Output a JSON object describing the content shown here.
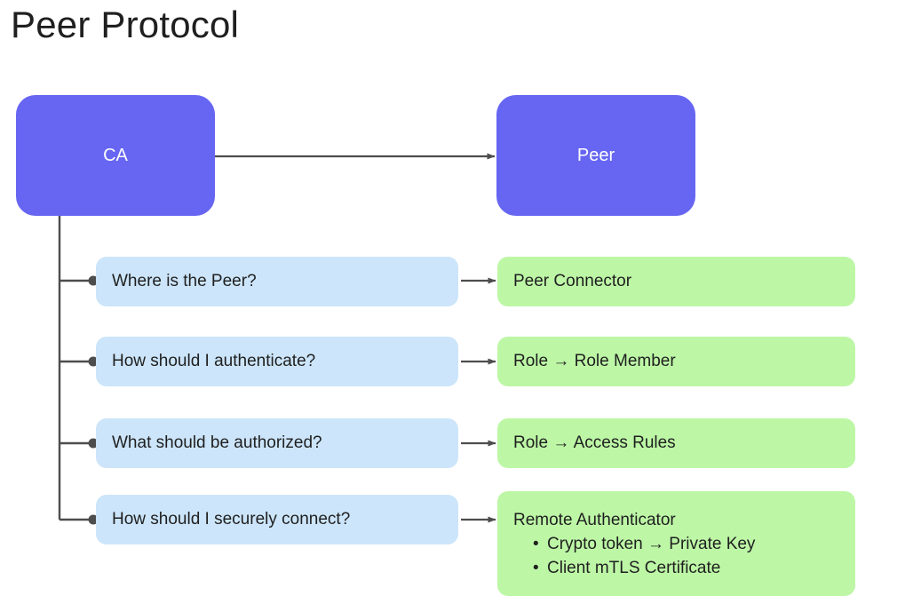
{
  "page": {
    "title": "Peer Protocol",
    "background_color": "#ffffff"
  },
  "colors": {
    "actor_fill": "#6666f2",
    "actor_text": "#ffffff",
    "question_fill": "#cce5fa",
    "answer_fill": "#bdf7a6",
    "text": "#1f1f1f",
    "connector": "#4d4d4d"
  },
  "actors": {
    "source": {
      "label": "CA"
    },
    "target": {
      "label": "Peer"
    }
  },
  "rows": [
    {
      "question": "Where is the Peer?",
      "answer": {
        "heading": "Peer Connector",
        "bullets": []
      }
    },
    {
      "question": "How should I authenticate?",
      "answer": {
        "heading": "Role  →  Role Member",
        "bullets": []
      }
    },
    {
      "question": "What should be authorized?",
      "answer": {
        "heading": "Role  →  Access Rules",
        "bullets": []
      }
    },
    {
      "question": "How should I securely connect?",
      "answer": {
        "heading": "Remote Authenticator",
        "bullets": [
          "Crypto token  →  Private Key",
          "Client mTLS Certificate"
        ]
      }
    }
  ]
}
